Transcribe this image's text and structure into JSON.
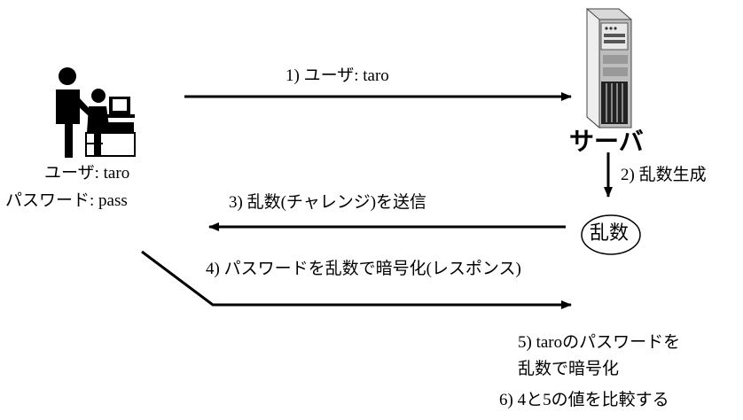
{
  "client": {
    "user_line": "ユーザ: taro",
    "password_line": "パスワード: pass"
  },
  "server": {
    "label": "サーバ"
  },
  "random_node": {
    "label": "乱数"
  },
  "steps": [
    {
      "text": "1) ユーザ: taro"
    },
    {
      "text": "2) 乱数生成"
    },
    {
      "text": "3) 乱数(チャレンジ)を送信"
    },
    {
      "text": "4) パスワードを乱数で暗号化(レスポンス)"
    },
    {
      "text": "5) taroのパスワードを\n乱数で暗号化"
    },
    {
      "text": "6) 4と5の値を比較する"
    }
  ]
}
